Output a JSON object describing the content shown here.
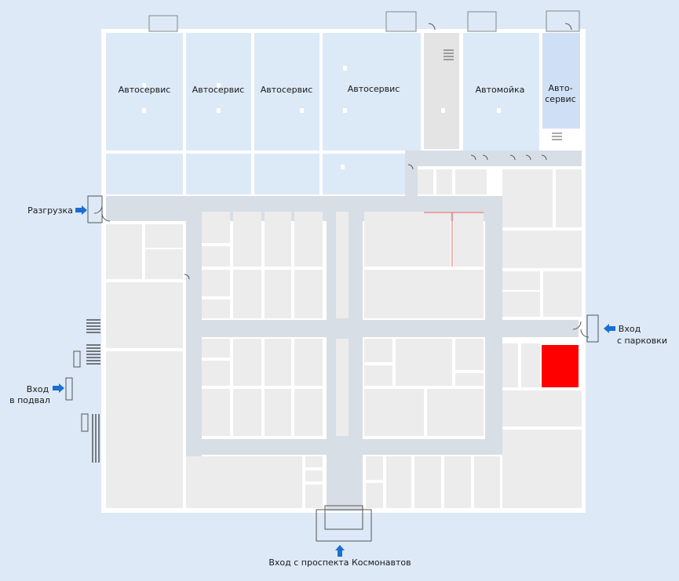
{
  "colors": {
    "background": "#dde9f6",
    "building_fill": "#ffffff",
    "room_fill": "#ececec",
    "service_room_fill": "#dce9f7",
    "corridor_fill": "#d8dee6",
    "wall": "#ffffff",
    "highlight": "#ff0000",
    "arrow": "#1b6fd1",
    "text": "#1a1a1a"
  },
  "rooms": {
    "autoservice_1": "Автосервис",
    "autoservice_2": "Автосервис",
    "autoservice_3": "Автосервис",
    "autoservice_4": "Автосервис",
    "carwash": "Автомойка",
    "autoservice_small_line1": "Авто-",
    "autoservice_small_line2": "сервис"
  },
  "entrances": {
    "unloading": "Разгрузка",
    "basement_line1": "Вход",
    "basement_line2": "в подвал",
    "parking_line1": "Вход",
    "parking_line2": "с парковки",
    "main": "Вход с проспекта Космонавтов"
  },
  "icons": {
    "entrance_arrow": "arrow-icon",
    "door": "door-icon",
    "stairs": "stairs-icon"
  }
}
